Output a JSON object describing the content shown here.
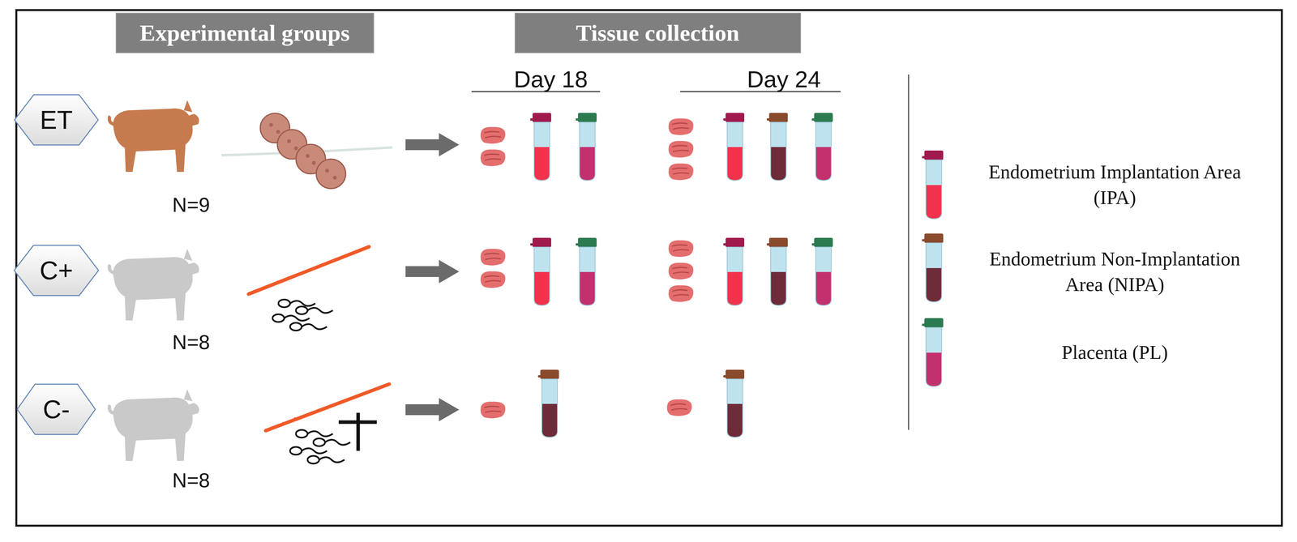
{
  "diagram": {
    "nodes": [
      {
        "text": [
          "Experimental groups"
        ]
      },
      {
        "text": [
          "Tissue collection"
        ]
      },
      {
        "text": [
          "ET"
        ]
      },
      {
        "text": [
          "C+"
        ]
      },
      {
        "text": [
          "C-"
        ]
      }
    ],
    "labels": [
      "Day 18",
      "Day 24",
      "N=9",
      "N=8",
      "N=8"
    ],
    "legend": [
      {
        "text": "Endometrium Implantation Area (IPA)"
      },
      {
        "text": "Endometrium Non-Implantation Area (NIPA)"
      },
      {
        "text": "Placenta (PL)"
      }
    ]
  }
}
